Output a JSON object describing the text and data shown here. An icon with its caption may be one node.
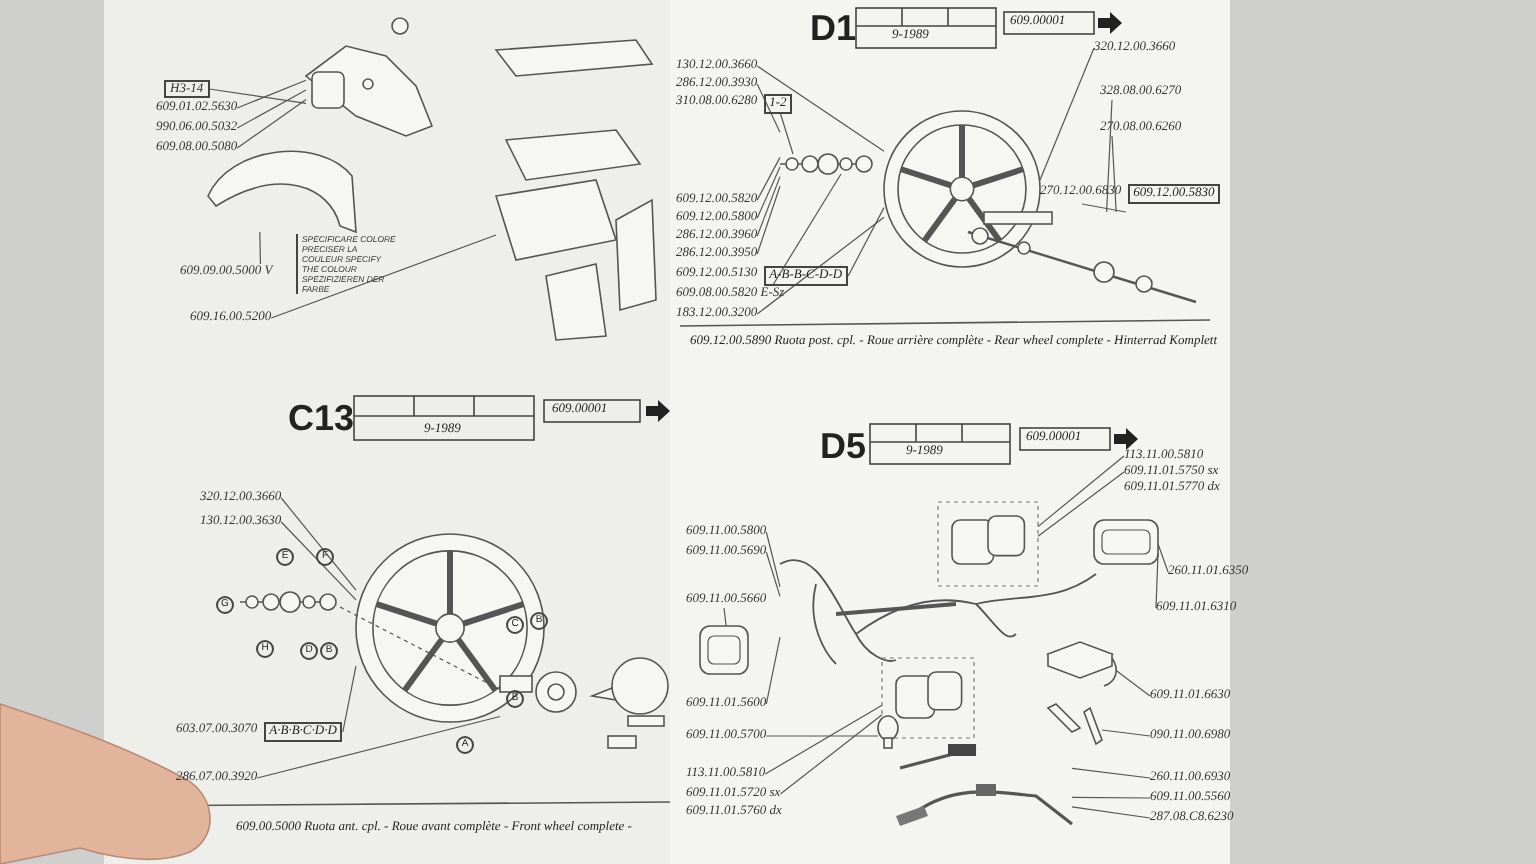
{
  "diagram": {
    "nodes": [
      {
        "text": [],
        "shape": "picture"
      },
      {
        "text": [],
        "shape": "picture"
      },
      {
        "text": [],
        "shape": "picture"
      },
      {
        "text": [
          "609.01.02.5630"
        ]
      },
      {
        "text": [
          "990.06.00.5032"
        ]
      },
      {
        "text": [
          "609.08.00.5080"
        ]
      },
      {
        "text": [
          "H3-14"
        ]
      },
      {
        "text": [
          "609.09.00.5000 V"
        ]
      },
      {
        "text": [
          "SPECIFICARE COLORE PRECISER LA COULEUR SPECIFY THE COLOUR SPEZIFIZIEREN DER FARBE"
        ]
      },
      {
        "text": [
          "609.16.00.5200"
        ]
      },
      {
        "text": [],
        "shape": "picture"
      },
      {
        "text": [],
        "shape": "picture"
      },
      {
        "text": [],
        "shape": "picture"
      },
      {
        "text": [
          "320.12.00.3660"
        ]
      },
      {
        "text": [
          "130.12.00.3630"
        ]
      },
      {
        "text": [
          "603.07.00.3070"
        ],
        "beside": [
          "A·B·B·C·D·D"
        ]
      },
      {
        "text": [
          "286.07.00.3920"
        ]
      },
      {
        "text": [],
        "shape": "picture"
      },
      {
        "text": [],
        "shape": "picture"
      },
      {
        "text": [],
        "shape": "picture"
      },
      {
        "text": [
          "130.12.00.3660"
        ]
      },
      {
        "text": [
          "286.12.00.3930"
        ]
      },
      {
        "text": [
          "310.08.00.6280"
        ],
        "beside": [
          "1-2"
        ]
      },
      {
        "text": [
          "609.12.00.5820"
        ]
      },
      {
        "text": [
          "609.12.00.5800"
        ]
      },
      {
        "text": [
          "286.12.00.3960"
        ]
      },
      {
        "text": [
          "286.12.00.3950"
        ]
      },
      {
        "text": [
          "609.12.00.5130"
        ],
        "beside": [
          "A-B-B-C-D-D"
        ]
      },
      {
        "text": [
          "609.08.00.5820 E-Sz"
        ]
      },
      {
        "text": [
          "183.12.00.3200"
        ]
      },
      {
        "text": [
          "320.12.00.3660"
        ]
      },
      {
        "text": [
          "328.08.00.6270"
        ]
      },
      {
        "text": [
          "270.08.00.6260"
        ]
      },
      {
        "text": [
          "270.12.00.6830"
        ],
        "beside": [
          "609.12.00.5830"
        ]
      },
      {
        "text": [],
        "shape": "picture"
      },
      {
        "text": [],
        "shape": "picture"
      },
      {
        "text": [],
        "shape": "picture"
      },
      {
        "text": [],
        "shape": "picture"
      },
      {
        "text": [],
        "shape": "picture"
      },
      {
        "text": [],
        "shape": "picture"
      },
      {
        "text": [],
        "shape": "circle"
      },
      {
        "text": [],
        "shape": "picture"
      },
      {
        "text": [],
        "shape": "picture"
      },
      {
        "text": [
          "113.11.00.5810"
        ]
      },
      {
        "text": [
          "609.11.01.5750 sx"
        ]
      },
      {
        "text": [
          "609.11.01.5770 dx"
        ]
      },
      {
        "text": [
          "260.11.01.6350"
        ]
      },
      {
        "text": [
          "609.11.01.6310"
        ]
      },
      {
        "text": [
          "609.11.00.5800"
        ]
      },
      {
        "text": [
          "609.11.00.5690"
        ]
      },
      {
        "text": [
          "609.11.00.5660"
        ]
      },
      {
        "text": [
          "609.11.01.5600"
        ]
      },
      {
        "text": [
          "609.11.00.5700"
        ]
      },
      {
        "text": [
          "113.11.00.5810"
        ]
      },
      {
        "text": [
          "609.11.01.5720 sx"
        ]
      },
      {
        "text": [
          "609.11.01.5760 dx"
        ]
      },
      {
        "text": [
          "609.11.01.6630"
        ]
      },
      {
        "text": [
          "090.11.00.6980"
        ]
      },
      {
        "text": [
          "260.11.00.6930"
        ]
      },
      {
        "text": [
          "609.11.00.5560"
        ]
      },
      {
        "text": [
          "287.08.C8.6230"
        ]
      }
    ],
    "edges": [
      {
        "from": 3,
        "to": 0,
        "arrow": "none"
      },
      {
        "from": 4,
        "to": 0,
        "arrow": "none"
      },
      {
        "from": 5,
        "to": 0,
        "arrow": "none"
      },
      {
        "from": 6,
        "to": 0,
        "arrow": "none"
      },
      {
        "from": 7,
        "to": 2,
        "arrow": "none"
      },
      {
        "from": 9,
        "to": 1,
        "arrow": "none"
      },
      {
        "from": 13,
        "to": 10,
        "arrow": "none"
      },
      {
        "from": 14,
        "to": 10,
        "arrow": "none"
      },
      {
        "from": 15,
        "to": 10,
        "arrow": "none"
      },
      {
        "from": 16,
        "to": 12,
        "arrow": "none"
      },
      {
        "from": 20,
        "to": 17,
        "arrow": "none"
      },
      {
        "from": 21,
        "to": 18,
        "arrow": "none"
      },
      {
        "from": 22,
        "to": 18,
        "arrow": "none"
      },
      {
        "from": 23,
        "to": 18,
        "arrow": "none"
      },
      {
        "from": 24,
        "to": 18,
        "arrow": "none"
      },
      {
        "from": 25,
        "to": 18,
        "arrow": "none"
      },
      {
        "from": 26,
        "to": 18,
        "arrow": "none"
      },
      {
        "from": 27,
        "to": 17,
        "arrow": "none"
      },
      {
        "from": 28,
        "to": 18,
        "arrow": "none"
      },
      {
        "from": 29,
        "to": 17,
        "arrow": "none"
      },
      {
        "from": 30,
        "to": 17,
        "arrow": "none"
      },
      {
        "from": 31,
        "to": 19,
        "arrow": "none"
      },
      {
        "from": 32,
        "to": 19,
        "arrow": "none"
      },
      {
        "from": 33,
        "to": 19,
        "arrow": "none"
      },
      {
        "from": 43,
        "to": 34,
        "arrow": "none"
      },
      {
        "from": 44,
        "to": 34,
        "arrow": "none"
      },
      {
        "from": 46,
        "to": 35,
        "arrow": "none"
      },
      {
        "from": 47,
        "to": 35,
        "arrow": "none"
      },
      {
        "from": 48,
        "to": 36,
        "arrow": "none"
      },
      {
        "from": 49,
        "to": 36,
        "arrow": "none"
      },
      {
        "from": 50,
        "to": 37,
        "arrow": "none"
      },
      {
        "from": 51,
        "to": 36,
        "arrow": "none"
      },
      {
        "from": 52,
        "to": 40,
        "arrow": "none"
      },
      {
        "from": 53,
        "to": 38,
        "arrow": "none"
      },
      {
        "from": 54,
        "to": 38,
        "arrow": "none"
      },
      {
        "from": 56,
        "to": 39,
        "arrow": "none"
      },
      {
        "from": 57,
        "to": 41,
        "arrow": "none"
      },
      {
        "from": 58,
        "to": 42,
        "arrow": "none"
      },
      {
        "from": 59,
        "to": 42,
        "arrow": "none"
      },
      {
        "from": 60,
        "to": 42,
        "arrow": "none"
      },
      {
        "from": 12,
        "to": 11,
        "arrow": "none",
        "style": "dashed"
      }
    ],
    "labels": [
      "C13",
      "9-1989",
      "609.00001",
      "609.00.5000 Ruota ant. cpl. - Roue avant complète - Front wheel complete -",
      "D1",
      "9-1989",
      "609.00001",
      "609.12.00.5890 Ruota post. cpl. - Roue arrière complète - Rear wheel complete - Hinterrad Komplett",
      "D5",
      "9-1989",
      "609.00001",
      "F",
      "E",
      "G",
      "H",
      "D",
      "B",
      "A",
      "C",
      "B",
      "B"
    ]
  }
}
